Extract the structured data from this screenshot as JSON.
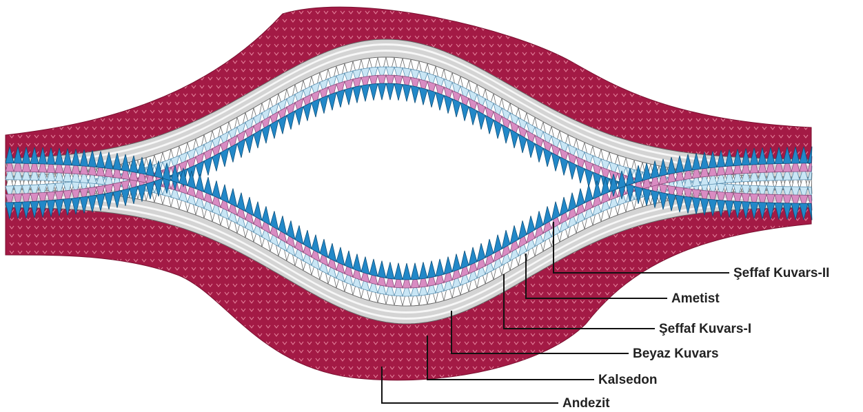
{
  "diagram": {
    "labels": {
      "seffaf_kuvars_2": "Şeffaf Kuvars-II",
      "ametist": "Ametist",
      "seffaf_kuvars_1": "Şeffaf Kuvars-I",
      "beyaz_kuvars": "Beyaz Kuvars",
      "kalsedon": "Kalsedon",
      "andezit": "Andezit"
    },
    "colors": {
      "andezit": "#a31a45",
      "andezit_pattern": "#e07a95",
      "kalsedon_band": "#d4d4d4",
      "kalsedon_stripe": "#f7f7f7",
      "beyaz_kuvars": "#ffffff",
      "seffaf_kuvars_1": "#c9e6f5",
      "ametist": "#d98cc2",
      "seffaf_kuvars_2": "#2288c8",
      "outline": "#666666"
    }
  }
}
